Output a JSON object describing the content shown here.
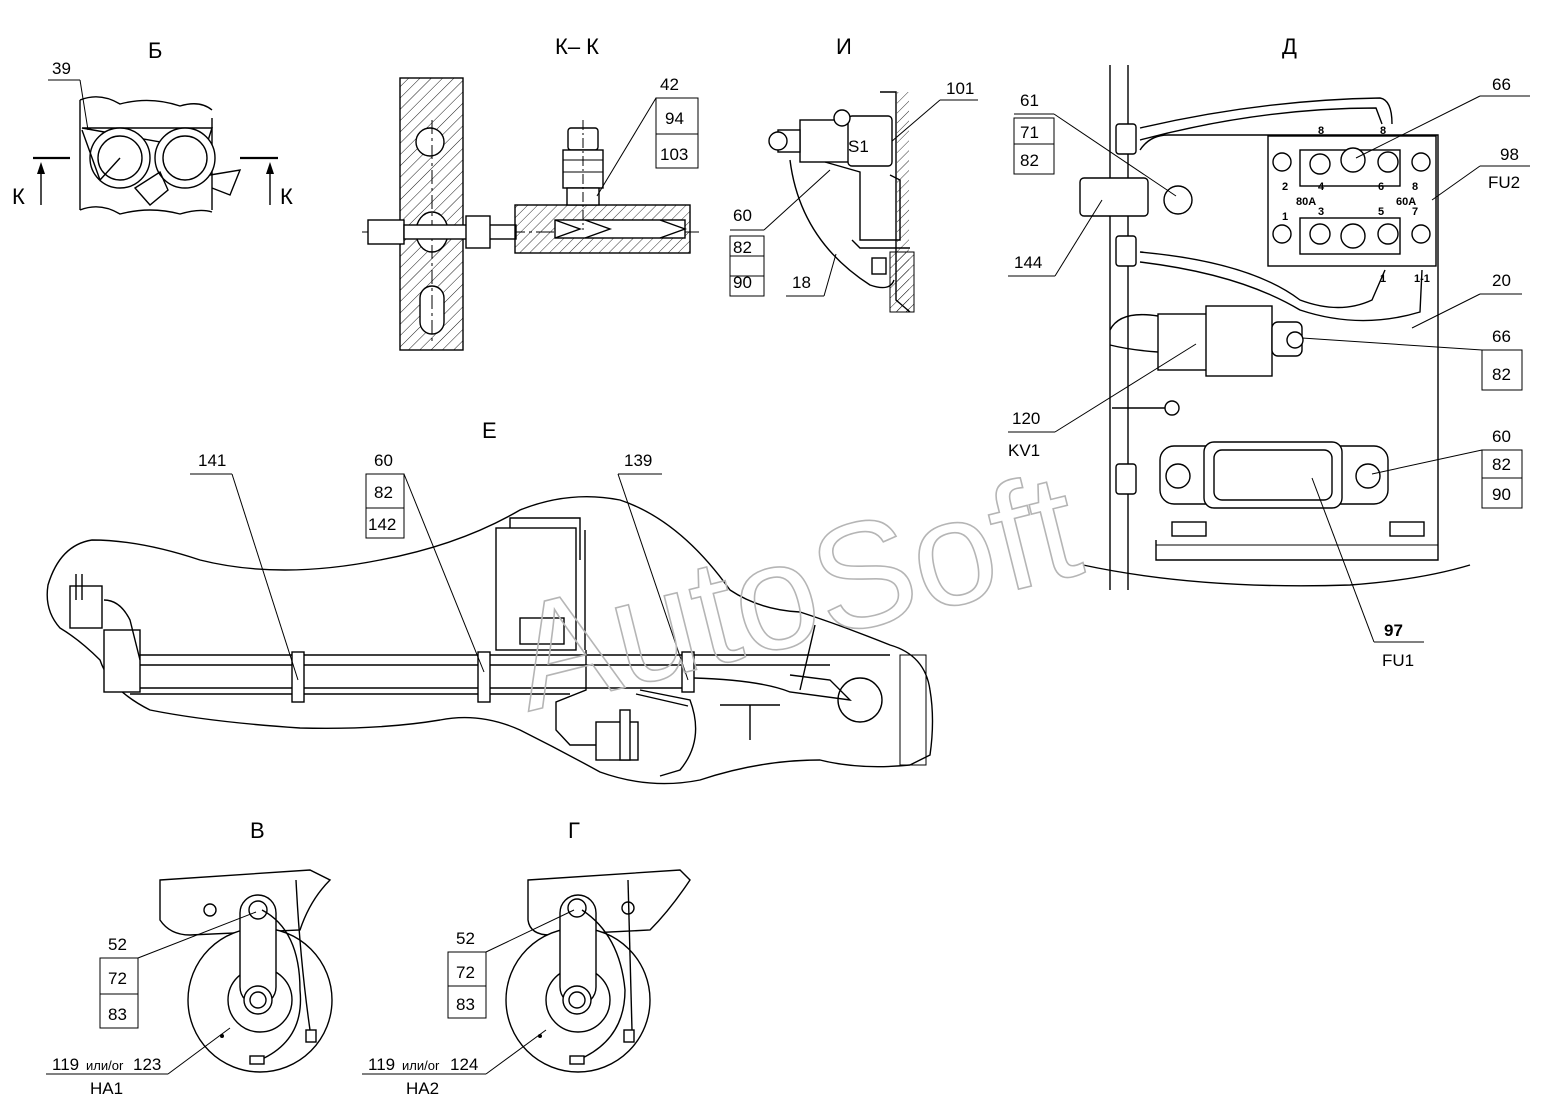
{
  "watermark": "AutoSoft",
  "views": {
    "b": {
      "title": "Б",
      "callouts": [
        "39"
      ],
      "section_mark": "К"
    },
    "kk": {
      "title": "К– К",
      "callouts": [
        "42",
        "94",
        "103"
      ]
    },
    "i": {
      "title": "И",
      "callouts": [
        "101",
        "60",
        "82",
        "90",
        "18"
      ],
      "component_label": "S1"
    },
    "d": {
      "title": "Д",
      "callouts_61": [
        "61",
        "71",
        "82"
      ],
      "callout_66_top": "66",
      "callout_98": [
        "98",
        "FU2"
      ],
      "callout_20": "20",
      "callout_66_right": [
        "66",
        "82"
      ],
      "callout_144": "144",
      "callout_120": [
        "120",
        "KV1"
      ],
      "callout_60": [
        "60",
        "82",
        "90"
      ],
      "callout_97": [
        "97",
        "FU1"
      ],
      "terminal_numbers": [
        "2",
        "1",
        "4",
        "3",
        "6",
        "5",
        "8",
        "7"
      ],
      "ratings": [
        "80A",
        "60A"
      ],
      "wire_tags": [
        "8",
        "8",
        "1",
        "1-1"
      ]
    },
    "e": {
      "title": "Е",
      "callout_141": "141",
      "callout_60": [
        "60",
        "82",
        "142"
      ],
      "callout_139": "139"
    },
    "v": {
      "title": "В",
      "callouts": [
        "52",
        "72",
        "83"
      ],
      "part": "119",
      "or_text": "или/or",
      "part_alt": "123",
      "designation": "HA1"
    },
    "g": {
      "title": "Г",
      "callouts": [
        "52",
        "72",
        "83"
      ],
      "part": "119",
      "or_text": "или/or",
      "part_alt": "124",
      "designation": "HA2"
    }
  }
}
